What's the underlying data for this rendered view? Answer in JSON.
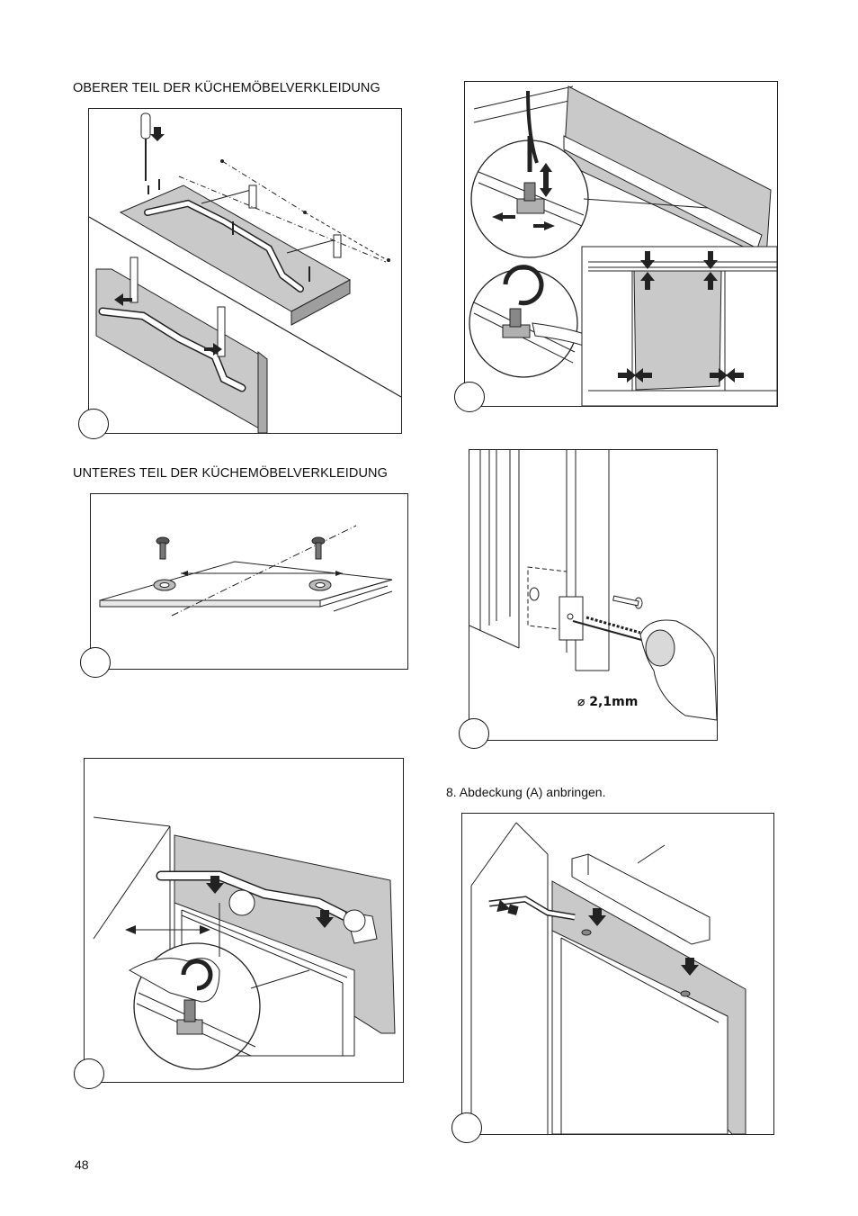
{
  "headings": {
    "upper_panel": "OBERER TEIL DER KÜCHEMÖBELVERKLEIDUNG",
    "lower_panel": "UNTERES TEIL DER KÜCHEMÖBELVERKLEIDUNG"
  },
  "captions": {
    "step8": "8. Abdeckung (A) anbringen."
  },
  "figures": {
    "drill": {
      "label": "⌀ 2,1mm"
    }
  },
  "page": {
    "number": "48"
  },
  "colors": {
    "panel_gray": "#c9c9c9",
    "line": "#222222"
  }
}
